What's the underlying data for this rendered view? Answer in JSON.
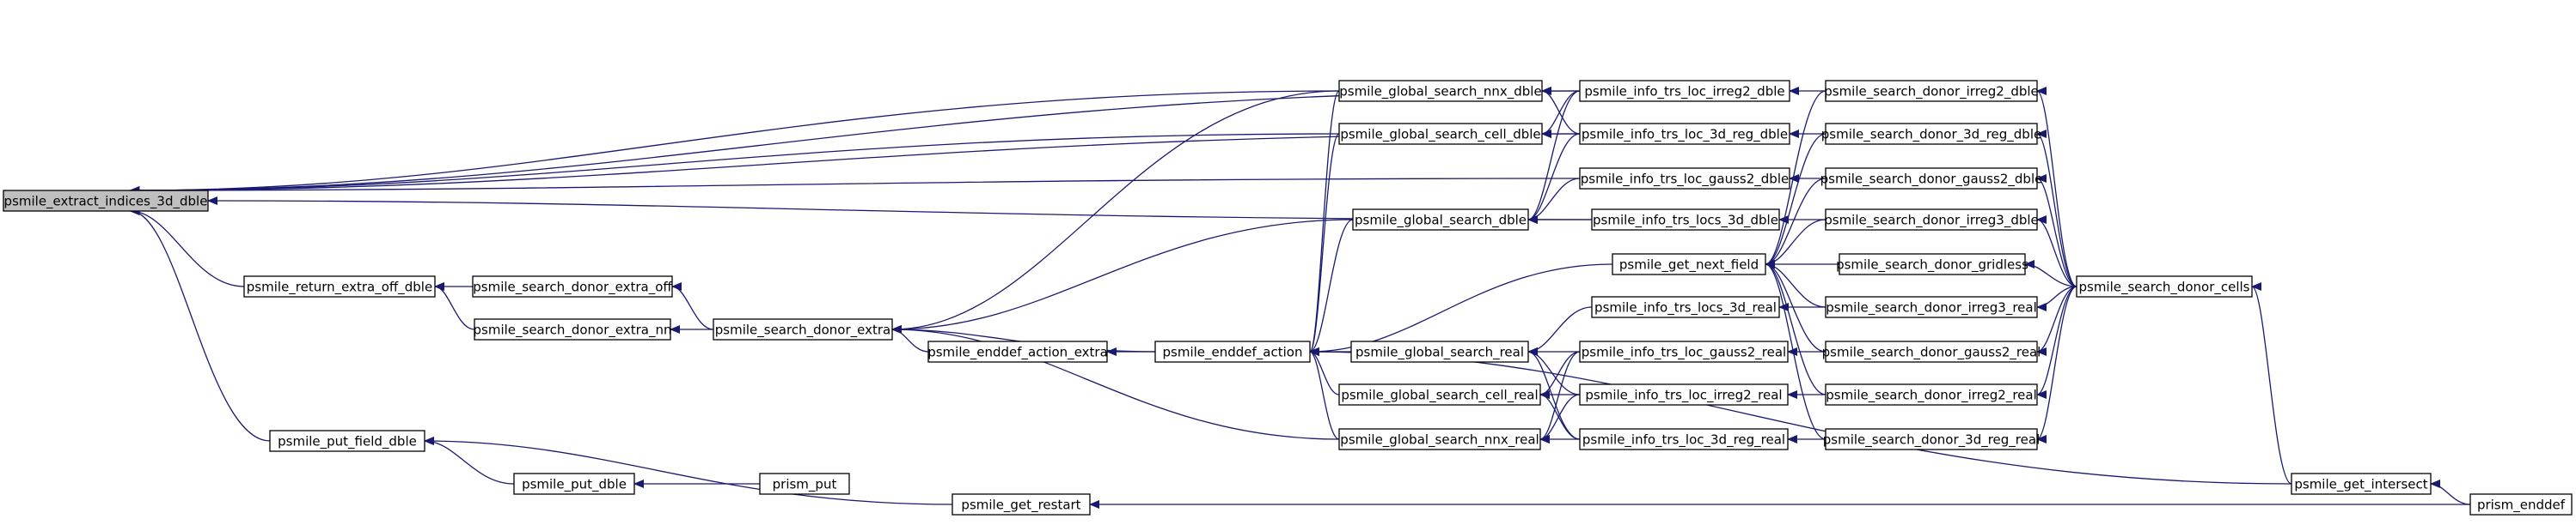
{
  "diagram": {
    "type": "call-graph",
    "edge_color": "#191970",
    "root_fill": "#bfbfbf",
    "nodes": [
      {
        "id": "extract3d",
        "label": "psmile_extract_indices_3d_dble",
        "root": true
      },
      {
        "id": "retextra",
        "label": "psmile_return_extra_off_dble"
      },
      {
        "id": "putfield",
        "label": "psmile_put_field_dble"
      },
      {
        "id": "sdextraoff",
        "label": "psmile_search_donor_extra_off"
      },
      {
        "id": "sdextrann",
        "label": "psmile_search_donor_extra_nn"
      },
      {
        "id": "putdble",
        "label": "psmile_put_dble"
      },
      {
        "id": "sdextra",
        "label": "psmile_search_donor_extra"
      },
      {
        "id": "prismput",
        "label": "prism_put"
      },
      {
        "id": "enddefextra",
        "label": "psmile_enddef_action_extra"
      },
      {
        "id": "getrestart",
        "label": "psmile_get_restart"
      },
      {
        "id": "enddefaction",
        "label": "psmile_enddef_action"
      },
      {
        "id": "gsnnxd",
        "label": "psmile_global_search_nnx_dble"
      },
      {
        "id": "gscelld",
        "label": "psmile_global_search_cell_dble"
      },
      {
        "id": "gsd",
        "label": "psmile_global_search_dble"
      },
      {
        "id": "gsr",
        "label": "psmile_global_search_real"
      },
      {
        "id": "gscellr",
        "label": "psmile_global_search_cell_real"
      },
      {
        "id": "gsnnxr",
        "label": "psmile_global_search_nnx_real"
      },
      {
        "id": "itirr2d",
        "label": "psmile_info_trs_loc_irreg2_dble"
      },
      {
        "id": "it3dregd",
        "label": "psmile_info_trs_loc_3d_reg_dble"
      },
      {
        "id": "itgauss2d",
        "label": "psmile_info_trs_loc_gauss2_dble"
      },
      {
        "id": "itlocs3dd",
        "label": "psmile_info_trs_locs_3d_dble"
      },
      {
        "id": "getnext",
        "label": "psmile_get_next_field"
      },
      {
        "id": "itlocs3dr",
        "label": "psmile_info_trs_locs_3d_real"
      },
      {
        "id": "itgauss2r",
        "label": "psmile_info_trs_loc_gauss2_real"
      },
      {
        "id": "itirr2r",
        "label": "psmile_info_trs_loc_irreg2_real"
      },
      {
        "id": "it3dregr",
        "label": "psmile_info_trs_loc_3d_reg_real"
      },
      {
        "id": "sdirr2d",
        "label": "psmile_search_donor_irreg2_dble"
      },
      {
        "id": "sd3dregd",
        "label": "psmile_search_donor_3d_reg_dble"
      },
      {
        "id": "sdgauss2d",
        "label": "psmile_search_donor_gauss2_dble"
      },
      {
        "id": "sdirr3d",
        "label": "psmile_search_donor_irreg3_dble"
      },
      {
        "id": "sdgridless",
        "label": "psmile_search_donor_gridless"
      },
      {
        "id": "sdirr3r",
        "label": "psmile_search_donor_irreg3_real"
      },
      {
        "id": "sdgauss2r",
        "label": "psmile_search_donor_gauss2_real"
      },
      {
        "id": "sdirr2r",
        "label": "psmile_search_donor_irreg2_real"
      },
      {
        "id": "sd3dregr",
        "label": "psmile_search_donor_3d_reg_real"
      },
      {
        "id": "sdcells",
        "label": "psmile_search_donor_cells"
      },
      {
        "id": "getintersect",
        "label": "psmile_get_intersect"
      },
      {
        "id": "prismenddef",
        "label": "prism_enddef"
      }
    ],
    "edges": [
      [
        "retextra",
        "extract3d"
      ],
      [
        "putfield",
        "extract3d"
      ],
      [
        "gsnnxd",
        "extract3d"
      ],
      [
        "gscelld",
        "extract3d"
      ],
      [
        "itirr2d",
        "extract3d"
      ],
      [
        "it3dregd",
        "extract3d"
      ],
      [
        "itgauss2d",
        "extract3d"
      ],
      [
        "itlocs3dd",
        "extract3d"
      ],
      [
        "sdextraoff",
        "retextra"
      ],
      [
        "sdextrann",
        "retextra"
      ],
      [
        "putdble",
        "putfield"
      ],
      [
        "getrestart",
        "putfield"
      ],
      [
        "sdextra",
        "sdextraoff"
      ],
      [
        "sdextra",
        "sdextrann"
      ],
      [
        "prismput",
        "putdble"
      ],
      [
        "enddefextra",
        "sdextra"
      ],
      [
        "enddefaction",
        "sdextra"
      ],
      [
        "gsnnxd",
        "sdextra"
      ],
      [
        "gsd",
        "sdextra"
      ],
      [
        "gsnnxr",
        "sdextra"
      ],
      [
        "enddefaction",
        "enddefextra"
      ],
      [
        "prismenddef",
        "getrestart"
      ],
      [
        "gsnnxd",
        "enddefaction"
      ],
      [
        "gscelld",
        "enddefaction"
      ],
      [
        "gsd",
        "enddefaction"
      ],
      [
        "gsr",
        "enddefaction"
      ],
      [
        "gscellr",
        "enddefaction"
      ],
      [
        "gsnnxr",
        "enddefaction"
      ],
      [
        "getnext",
        "enddefaction"
      ],
      [
        "getintersect",
        "enddefaction"
      ],
      [
        "itirr2d",
        "gsnnxd"
      ],
      [
        "it3dregd",
        "gsnnxd"
      ],
      [
        "itirr2d",
        "gscelld"
      ],
      [
        "it3dregd",
        "gscelld"
      ],
      [
        "itirr2d",
        "gsd"
      ],
      [
        "it3dregd",
        "gsd"
      ],
      [
        "itgauss2d",
        "gsd"
      ],
      [
        "itlocs3dd",
        "gsd"
      ],
      [
        "itlocs3dr",
        "gsr"
      ],
      [
        "itgauss2r",
        "gsr"
      ],
      [
        "itirr2r",
        "gsr"
      ],
      [
        "it3dregr",
        "gsr"
      ],
      [
        "itgauss2r",
        "gscellr"
      ],
      [
        "itirr2r",
        "gscellr"
      ],
      [
        "it3dregr",
        "gscellr"
      ],
      [
        "itgauss2r",
        "gsnnxr"
      ],
      [
        "itirr2r",
        "gsnnxr"
      ],
      [
        "it3dregr",
        "gsnnxr"
      ],
      [
        "sdirr2d",
        "itirr2d"
      ],
      [
        "sd3dregd",
        "it3dregd"
      ],
      [
        "sdgauss2d",
        "itgauss2d"
      ],
      [
        "sdirr3d",
        "itlocs3dd"
      ],
      [
        "sdirr3r",
        "itlocs3dr"
      ],
      [
        "sdgauss2r",
        "itgauss2r"
      ],
      [
        "sdirr2r",
        "itirr2r"
      ],
      [
        "sd3dregr",
        "it3dregr"
      ],
      [
        "sdirr2d",
        "getnext"
      ],
      [
        "sd3dregd",
        "getnext"
      ],
      [
        "sdgauss2d",
        "getnext"
      ],
      [
        "sdirr3d",
        "getnext"
      ],
      [
        "sdgridless",
        "getnext"
      ],
      [
        "sdirr3r",
        "getnext"
      ],
      [
        "sdgauss2r",
        "getnext"
      ],
      [
        "sdirr2r",
        "getnext"
      ],
      [
        "sd3dregr",
        "getnext"
      ],
      [
        "sdcells",
        "sdirr2d"
      ],
      [
        "sdcells",
        "sd3dregd"
      ],
      [
        "sdcells",
        "sdgauss2d"
      ],
      [
        "sdcells",
        "sdirr3d"
      ],
      [
        "sdcells",
        "sdgridless"
      ],
      [
        "sdcells",
        "sdirr3r"
      ],
      [
        "sdcells",
        "sdgauss2r"
      ],
      [
        "sdcells",
        "sdirr2r"
      ],
      [
        "sdcells",
        "sd3dregr"
      ],
      [
        "getintersect",
        "sdcells"
      ],
      [
        "prismenddef",
        "getintersect"
      ]
    ]
  }
}
